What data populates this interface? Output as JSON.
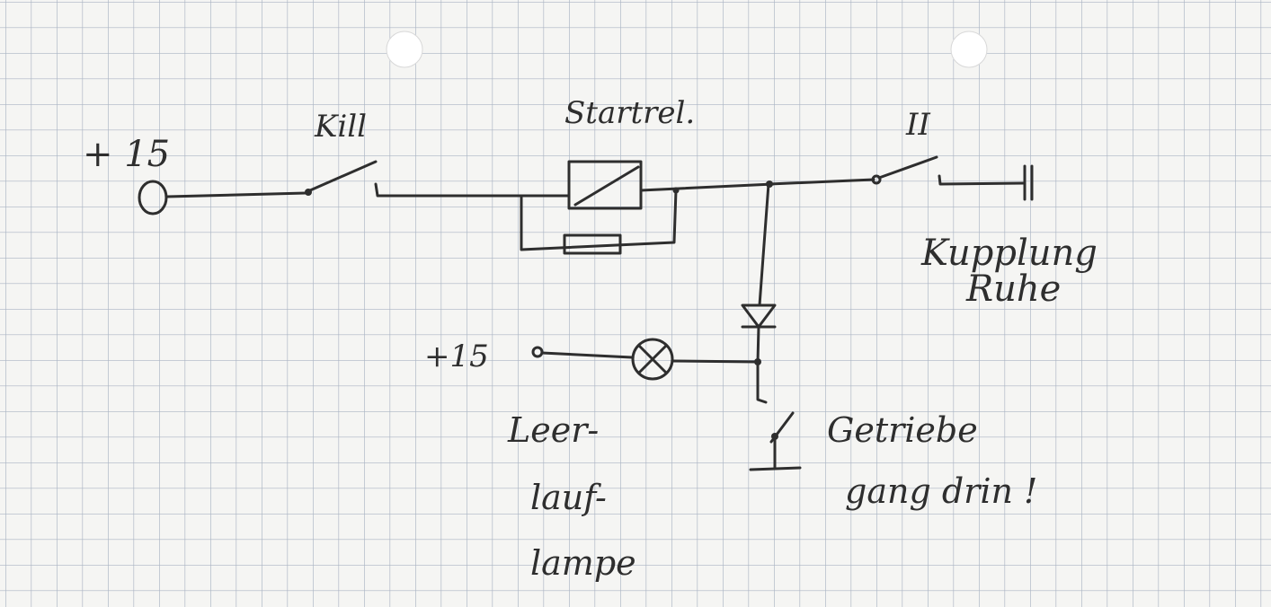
{
  "diagram": {
    "supply_label": "+ 15",
    "kill_switch_label": "Kill",
    "start_relay_label": "Startrel.",
    "clutch_switch_label": "II",
    "clutch_label_line1": "Kupplung",
    "clutch_label_line2": "Ruhe",
    "lamp_supply_label": "+15",
    "lamp_label_line1": "Leer-",
    "lamp_label_line2": "lauf-",
    "lamp_label_line3": "lampe",
    "gear_label_line1": "Getriebe",
    "gear_label_line2": "gang drin !"
  },
  "colors": {
    "paper": "#f5f5f3",
    "grid": "#aab4c3",
    "ink": "#2e2e2e"
  }
}
